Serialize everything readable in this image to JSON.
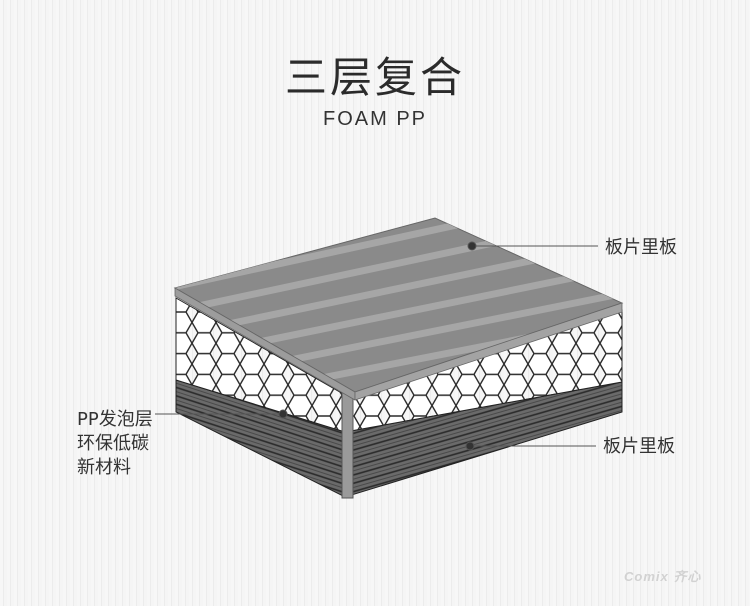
{
  "header": {
    "title": "三层复合",
    "subtitle": "FOAM PP"
  },
  "callouts": {
    "top_layer": "板片里板",
    "bottom_layer": "板片里板",
    "middle_layer": [
      "PP发泡层",
      "环保低碳",
      "新材料"
    ]
  },
  "watermark": "Comix 齐心",
  "colors": {
    "board_top": "#8a8a8a",
    "stripe": "#a8a8a8",
    "edge": "#9a9a9a",
    "core_fill": "#ffffff",
    "hex_stroke": "#2a2a2a",
    "base_wood": "#3a3a3a"
  }
}
